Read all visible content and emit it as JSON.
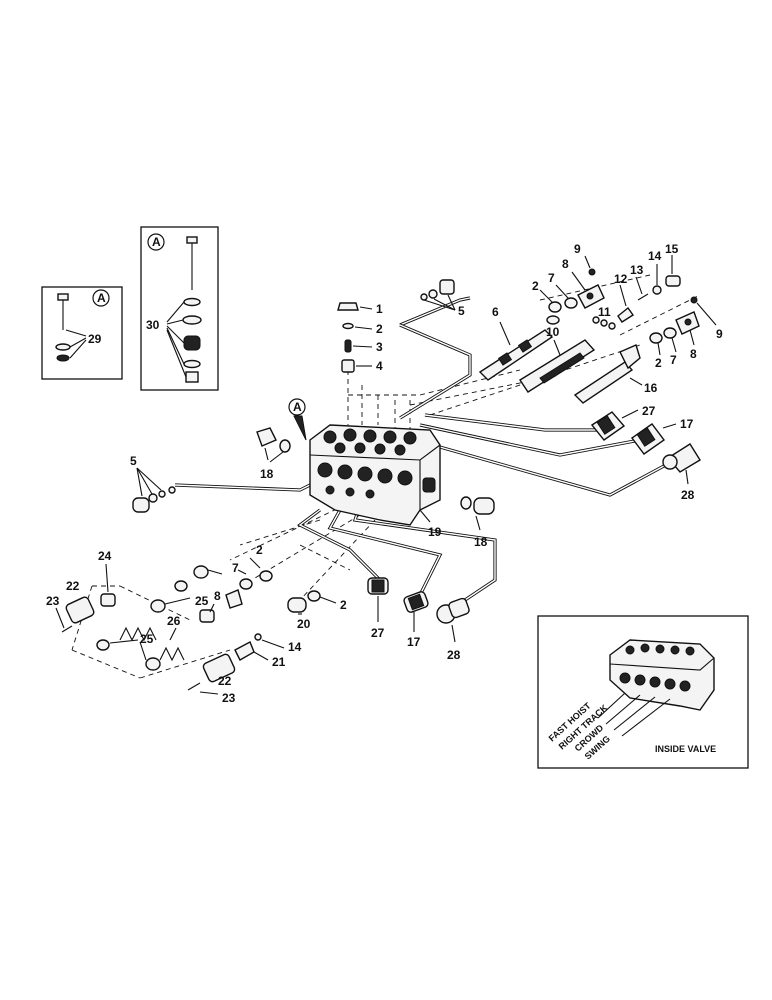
{
  "callouts": {
    "p1": "1",
    "p2a": "2",
    "p3": "3",
    "p4": "4",
    "p5a": "5",
    "p5b": "5",
    "p6": "6",
    "p7a": "7",
    "p7b": "7",
    "p7c": "7",
    "p8a": "8",
    "p8b": "8",
    "p8c": "8",
    "p9a": "9",
    "p9b": "9",
    "p10": "10",
    "p11": "11",
    "p12": "12",
    "p13": "13",
    "p14a": "14",
    "p14b": "14",
    "p15": "15",
    "p16": "16",
    "p17a": "17",
    "p17b": "17",
    "p18a": "18",
    "p18b": "18",
    "p19": "19",
    "p20": "20",
    "p21": "21",
    "p22a": "22",
    "p22b": "22",
    "p23a": "23",
    "p23b": "23",
    "p24": "24",
    "p25a": "25",
    "p25b": "25",
    "p26": "26",
    "p27a": "27",
    "p27b": "27",
    "p28a": "28",
    "p28b": "28",
    "p29": "29",
    "p30": "30",
    "p2b": "2",
    "p2c": "2",
    "p2d": "2",
    "p2e": "2"
  },
  "detail_marker": "A",
  "inset": {
    "caption": "INSIDE VALVE",
    "sections": [
      "FAST HOIST",
      "RIGHT TRACK",
      "CROWD",
      "SWING"
    ]
  }
}
